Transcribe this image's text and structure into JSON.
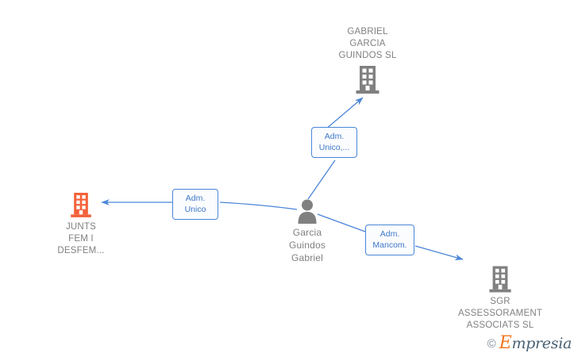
{
  "diagram": {
    "title": "Corporate relationship network",
    "colors": {
      "company_gray": "#808080",
      "company_highlight_orange": "#F4623A",
      "edge_blue": "#4a86d8",
      "label_text_blue": "#3d78c8",
      "node_text_gray": "#808080",
      "background": "#ffffff"
    },
    "nodes": [
      {
        "id": "gabriel-garcia-guindos-sl",
        "label": "GABRIEL\nGARCIA\nGUINDOS  SL",
        "icon": "company-building-icon",
        "icon_color": "#808080",
        "type": "company",
        "label_position": "above"
      },
      {
        "id": "junts-fem-i-desfem",
        "label": "JUNTS\nFEM I\nDESFEM...",
        "icon": "company-building-icon",
        "icon_color": "#F4623A",
        "type": "company",
        "label_position": "below"
      },
      {
        "id": "garcia-guindos-gabriel",
        "label": "Garcia\nGuindos\nGabriel",
        "icon": "person-icon",
        "icon_color": "#808080",
        "type": "person",
        "label_position": "below"
      },
      {
        "id": "sgr-assessorament-associats-sl",
        "label": "SGR\nASSESSORAMENT\nASSOCIATS  SL",
        "icon": "company-building-icon",
        "icon_color": "#808080",
        "type": "company",
        "label_position": "below"
      }
    ],
    "edges": [
      {
        "id": "edge-to-gabriel-garcia-guindos",
        "from": "garcia-guindos-gabriel",
        "to": "gabriel-garcia-guindos-sl",
        "label": "Adm.\nUnico,..."
      },
      {
        "id": "edge-to-junts-fem-i-desfem",
        "from": "garcia-guindos-gabriel",
        "to": "junts-fem-i-desfem",
        "label": "Adm.\nUnico"
      },
      {
        "id": "edge-to-sgr-assessorament",
        "from": "garcia-guindos-gabriel",
        "to": "sgr-assessorament-associats-sl",
        "label": "Adm.\nMancom."
      }
    ]
  },
  "watermark": {
    "copyright": "©",
    "lead_letter": "E",
    "brand_rest": "mpresia"
  }
}
